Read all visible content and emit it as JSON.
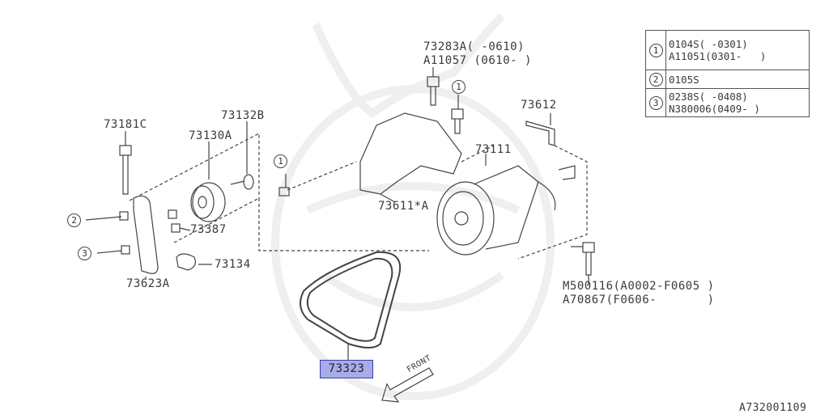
{
  "diagram": {
    "drawing_code": "A732001109",
    "highlight_color": "#a8ace6",
    "labels": {
      "p73181C": "73181C",
      "p73132B": "73132B",
      "p73130A": "73130A",
      "p73283A": "73283A( -0610)",
      "pA11057": "A11057 (0610- )",
      "p73612": "73612",
      "p73111": "73111",
      "p73611A": "73611*A",
      "p73387": "73387",
      "p73134": "73134",
      "p73623A": "73623A",
      "pM500116": "M500116(A0002-F0605 )",
      "pA70867": "A70867(F0606-       )",
      "p73323": "73323",
      "front": "FRONT"
    },
    "callouts": {
      "c1": "1",
      "c2": "2",
      "c3": "3"
    },
    "legend": [
      {
        "num": "1",
        "lines": [
          "0104S( -0301)",
          "A11051(0301-   )"
        ]
      },
      {
        "num": "2",
        "lines": [
          "0105S"
        ]
      },
      {
        "num": "3",
        "lines": [
          "0238S( -0408)",
          "N380006(0409- )"
        ]
      }
    ]
  }
}
